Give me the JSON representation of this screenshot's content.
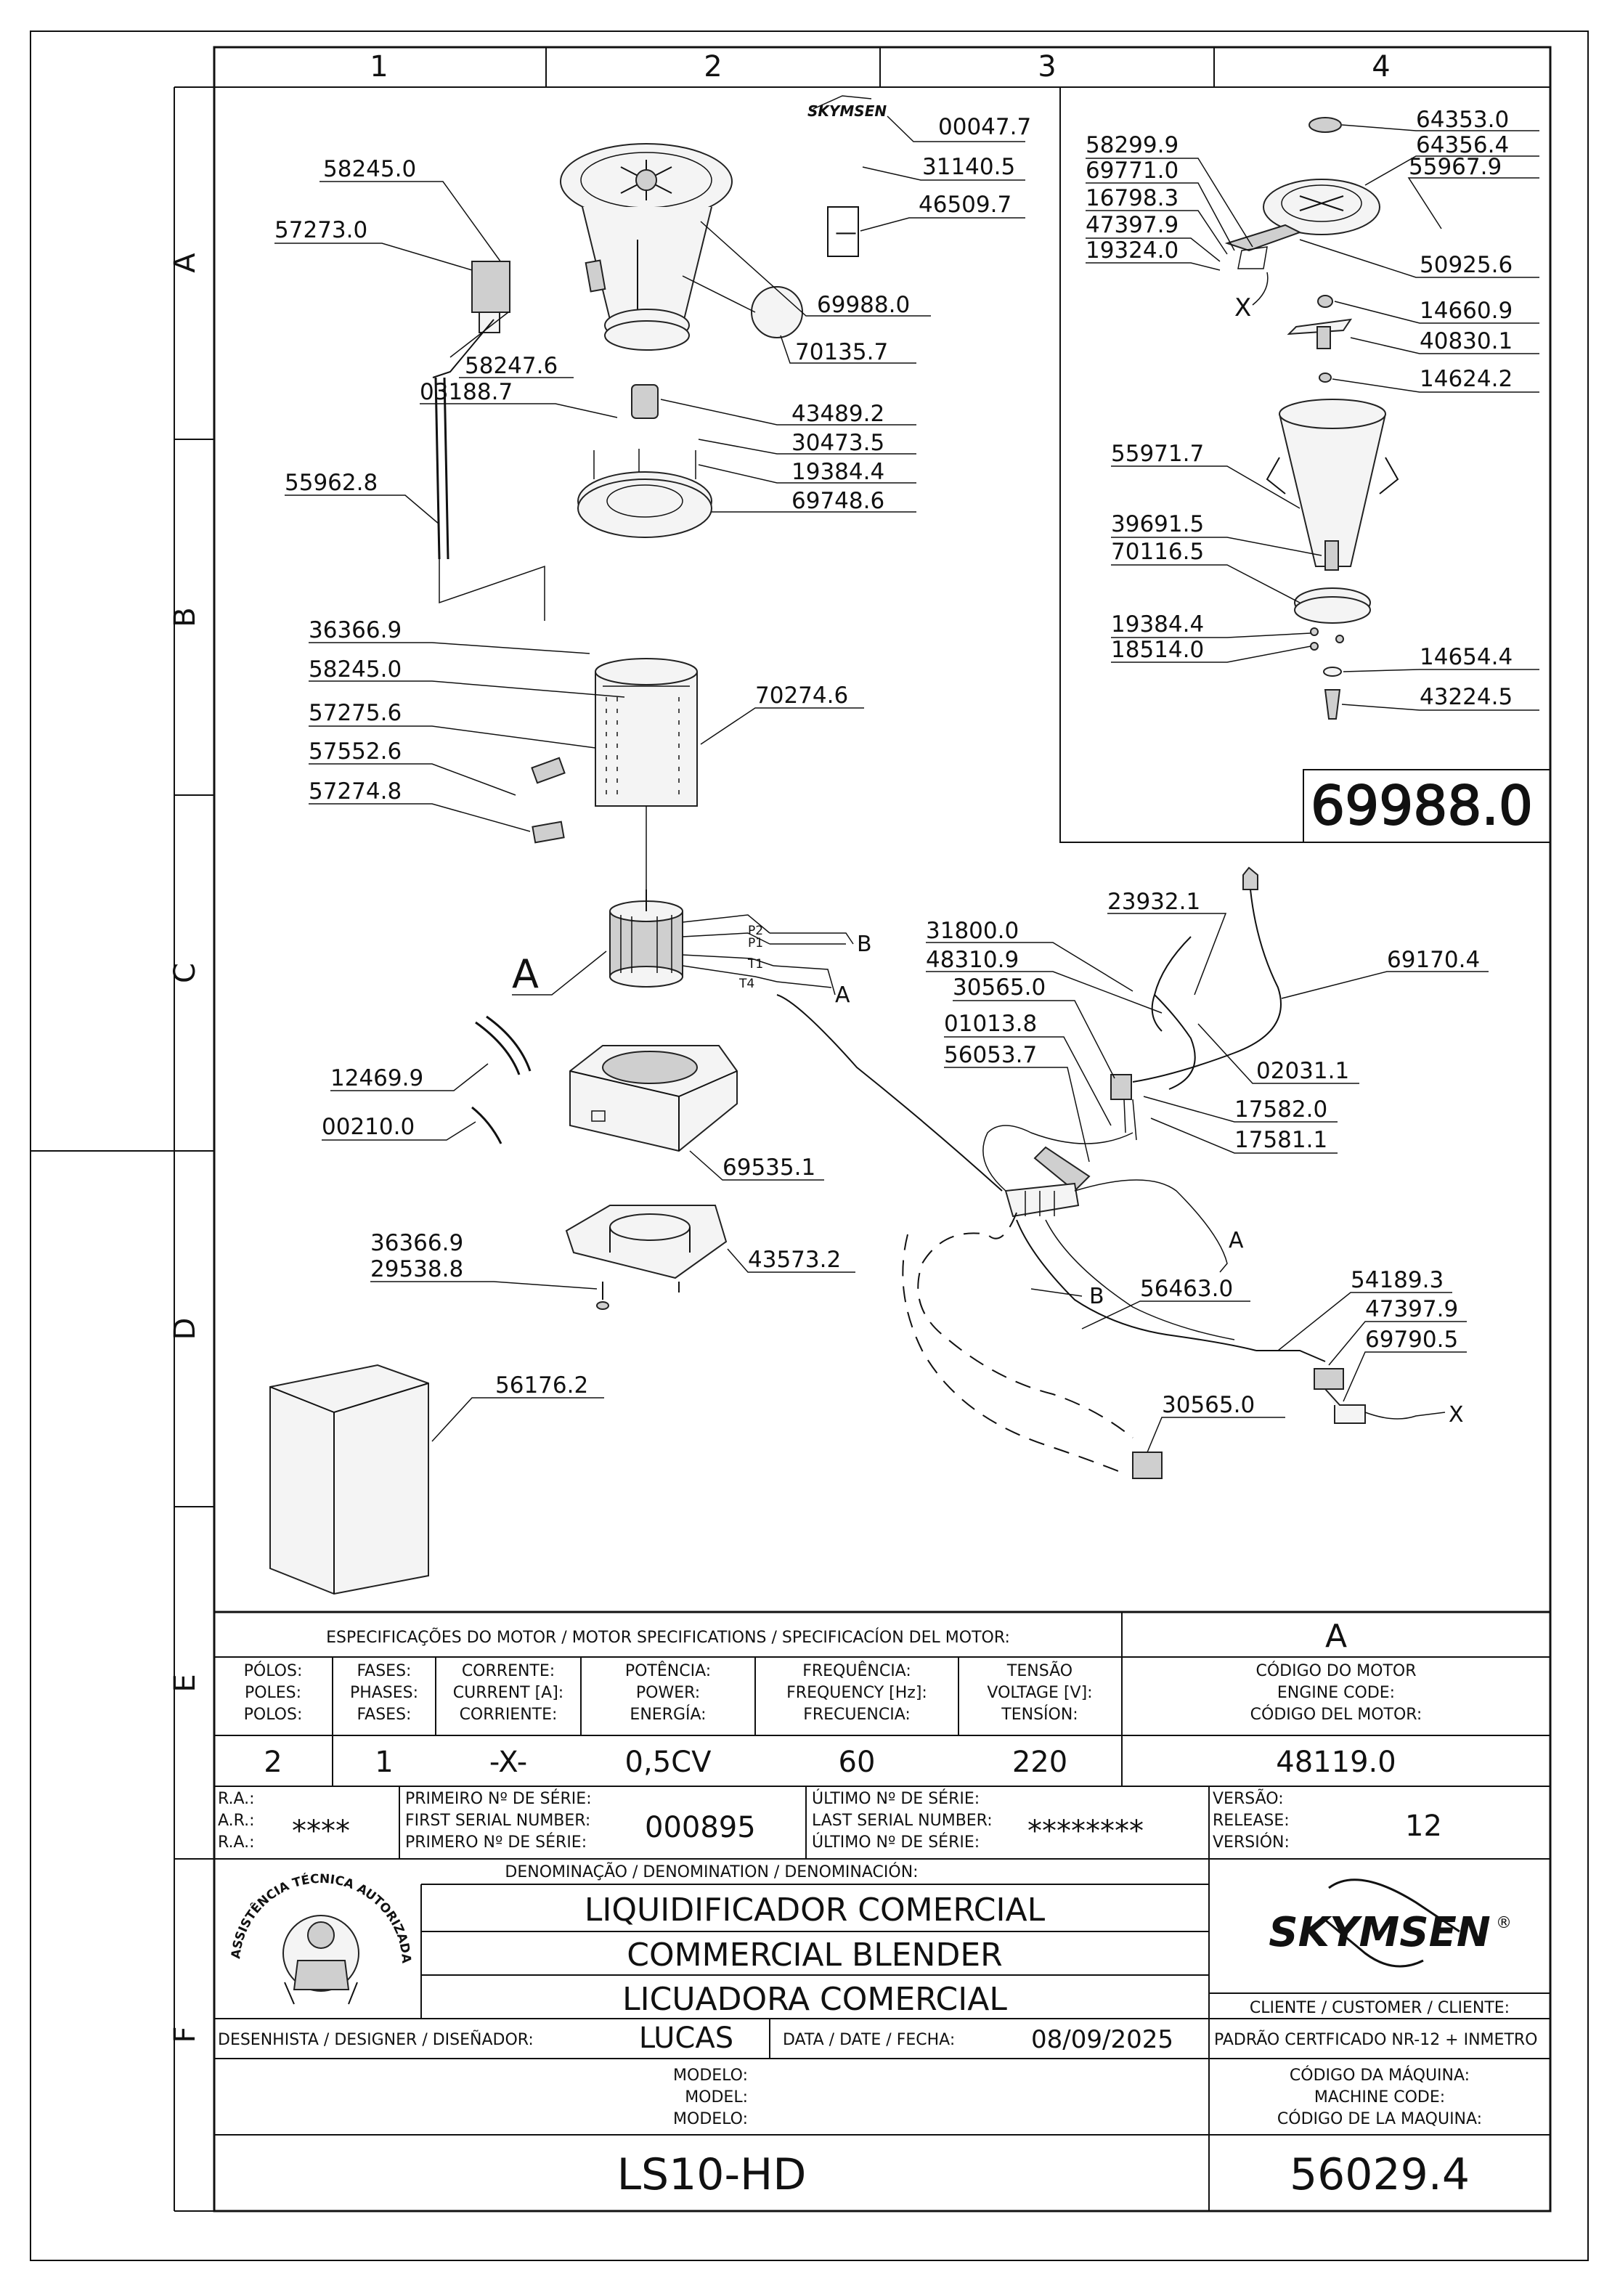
{
  "grid": {
    "columns": [
      "1",
      "2",
      "3",
      "4"
    ],
    "rows": [
      "A",
      "B",
      "C",
      "D",
      "E",
      "F"
    ]
  },
  "brand": {
    "small_logo": "SKYMSEN",
    "logo": "SKYMSEN",
    "registered": "®",
    "seal_text": "ASSISTÊNCIA TÉCNICA AUTORIZADA"
  },
  "part_labels": [
    "00047.7",
    "31140.5",
    "46509.7",
    "58245.0",
    "57273.0",
    "69988.0",
    "70135.7",
    "58247.6",
    "03188.7",
    "43489.2",
    "30473.5",
    "19384.4",
    "69748.6",
    "55962.8",
    "36366.9",
    "58245.0",
    "70274.6",
    "57275.6",
    "57552.6",
    "57274.8",
    "12469.9",
    "00210.0",
    "69535.1",
    "36366.9",
    "29538.8",
    "43573.2",
    "56176.2"
  ],
  "detail_labels": [
    "64353.0",
    "64356.4",
    "55967.9",
    "58299.9",
    "69771.0",
    "16798.3",
    "47397.9",
    "19324.0",
    "50925.6",
    "14660.9",
    "40830.1",
    "14624.2",
    "55971.7",
    "39691.5",
    "70116.5",
    "19384.4",
    "18514.0",
    "14654.4",
    "43224.5"
  ],
  "detail_box_code": "69988.0",
  "wiring_labels": [
    "23932.1",
    "31800.0",
    "48310.9",
    "30565.0",
    "69170.4",
    "01013.8",
    "56053.7",
    "02031.1",
    "17582.0",
    "17581.1",
    "56463.0",
    "54189.3",
    "47397.9",
    "69790.5",
    "30565.0"
  ],
  "markers": {
    "motor_ref": "A",
    "wire_b": "B",
    "wire_a": "A",
    "wire_a2": "A",
    "wire_b2": "B",
    "x_top": "X",
    "x_bottom": "X",
    "box_dash": "—",
    "terminals": [
      "P2",
      "P1",
      "T1",
      "T4"
    ]
  },
  "specs": {
    "header": "ESPECIFICAÇÕES DO MOTOR / MOTOR SPECIFICATIONS / SPECIFICACÍON DEL MOTOR:",
    "variant": "A",
    "columns": [
      {
        "label": [
          "PÓLOS:",
          "POLES:",
          "POLOS:"
        ],
        "value": "2"
      },
      {
        "label": [
          "FASES:",
          "PHASES:",
          "FASES:"
        ],
        "value": "1"
      },
      {
        "label": [
          "CORRENTE:",
          "CURRENT [A]:",
          "CORRIENTE:"
        ],
        "value": "-X-"
      },
      {
        "label": [
          "POTÊNCIA:",
          "POWER:",
          "ENERGÍA:"
        ],
        "value": "0,5CV"
      },
      {
        "label": [
          "FREQUÊNCIA:",
          "FREQUENCY [Hz]:",
          "FRECUENCIA:"
        ],
        "value": "60"
      },
      {
        "label": [
          "TENSÃO",
          "VOLTAGE [V]:",
          "TENSÍON:"
        ],
        "value": "220"
      },
      {
        "label": [
          "CÓDIGO DO MOTOR",
          "ENGINE CODE:",
          "CÓDIGO DEL MOTOR:"
        ],
        "value": "48119.0"
      }
    ]
  },
  "serials": {
    "ra_labels": [
      "R.A.:",
      "A.R.:",
      "R.A.:"
    ],
    "ra_value": "****",
    "first_labels": [
      "PRIMEIRO Nº DE SÉRIE:",
      "FIRST SERIAL NUMBER:",
      "PRIMERO Nº DE SÉRIE:"
    ],
    "first_value": "000895",
    "last_labels": [
      "ÚLTIMO Nº DE SÉRIE:",
      "LAST SERIAL NUMBER:",
      "ÚLTIMO Nº DE SÉRIE:"
    ],
    "last_value": "********",
    "version_labels": [
      "VERSÃO:",
      "RELEASE:",
      "VERSIÓN:"
    ],
    "version_value": "12"
  },
  "denomination": {
    "header": "DENOMINAÇÃO / DENOMINATION / DENOMINACIÓN:",
    "lines": [
      "LIQUIDIFICADOR COMERCIAL",
      "COMMERCIAL BLENDER",
      "LICUADORA COMERCIAL"
    ]
  },
  "client": {
    "label": "CLIENTE / CUSTOMER / CLIENTE:",
    "standard": "PADRÃO CERTFICADO NR-12 + INMETRO"
  },
  "designer": {
    "label": "DESENHISTA / DESIGNER / DISEÑADOR:",
    "value": "LUCAS",
    "date_label": "DATA / DATE / FECHA:",
    "date_value": "08/09/2025"
  },
  "model": {
    "labels": [
      "MODELO:",
      "MODEL:",
      "MODELO:"
    ],
    "value": "LS10-HD"
  },
  "machine_code": {
    "labels": [
      "CÓDIGO DA MÁQUINA:",
      "MACHINE CODE:",
      "CÓDIGO DE LA MAQUINA:"
    ],
    "value": "56029.4"
  }
}
